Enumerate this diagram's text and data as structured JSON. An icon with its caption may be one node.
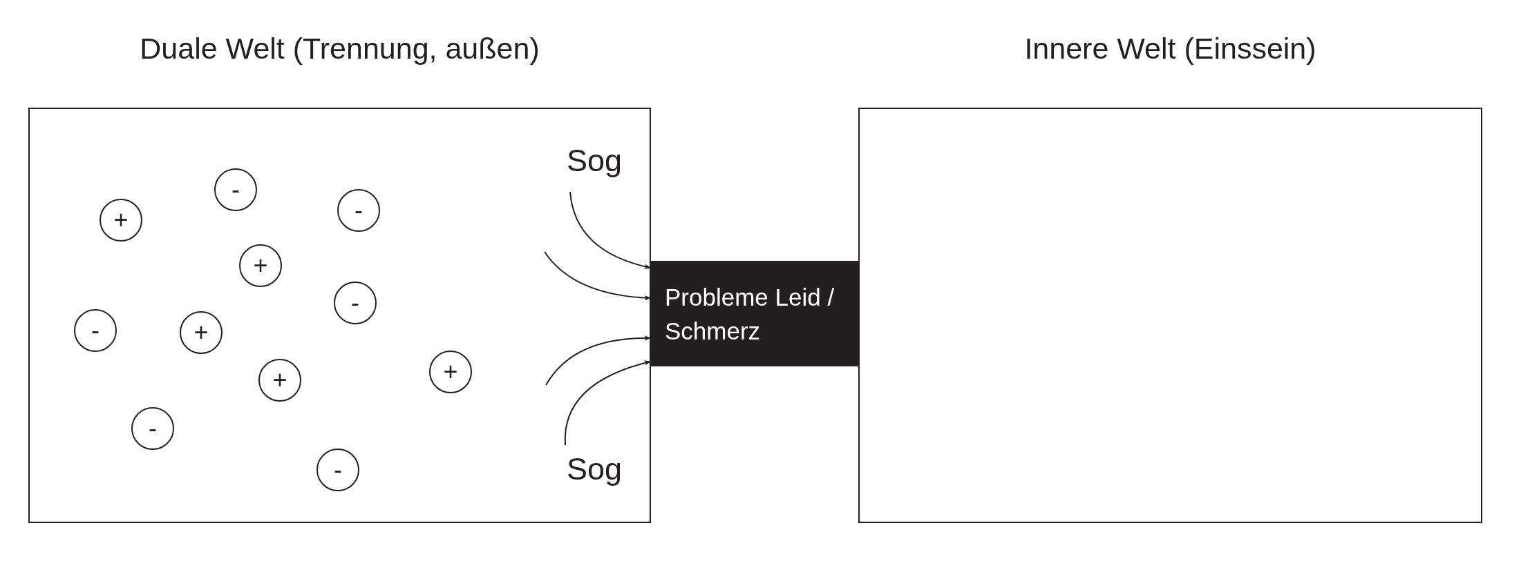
{
  "diagram": {
    "nodes": [
      {
        "text": [
          "Duale Welt (Trennung, außen)"
        ]
      },
      {
        "text": [
          "Innere Welt (Einssein)"
        ]
      },
      {
        "text": [
          "Probleme Leid / Schmerz"
        ]
      },
      {
        "text": [
          "+"
        ],
        "in": 0
      },
      {
        "text": [
          "-"
        ],
        "in": 0
      },
      {
        "text": [
          "-"
        ],
        "in": 0
      },
      {
        "text": [
          "+"
        ],
        "in": 0
      },
      {
        "text": [
          "-"
        ],
        "in": 0
      },
      {
        "text": [
          "-"
        ],
        "in": 0
      },
      {
        "text": [
          "+"
        ],
        "in": 0
      },
      {
        "text": [
          "+"
        ],
        "in": 0
      },
      {
        "text": [
          "+"
        ],
        "in": 0
      },
      {
        "text": [
          "-"
        ],
        "in": 0
      },
      {
        "text": [
          "-"
        ],
        "in": 0
      }
    ],
    "edges": [
      {
        "from": null,
        "to": 2,
        "arrow": "to"
      },
      {
        "from": null,
        "to": 2,
        "arrow": "to"
      },
      {
        "from": null,
        "to": 2,
        "arrow": "to"
      },
      {
        "from": null,
        "to": 2,
        "arrow": "to"
      }
    ],
    "labels": [
      "Sog",
      "Sog"
    ]
  }
}
